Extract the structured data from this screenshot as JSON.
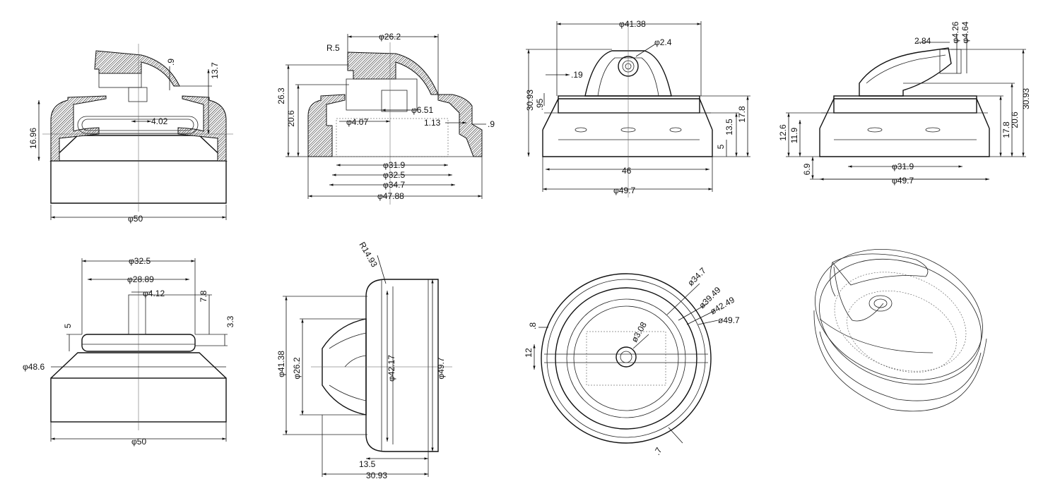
{
  "views": {
    "section_a": {
      "dims": {
        "dia_base": "φ50",
        "h_body": "16.96",
        "h_total": "13.7",
        "bore": "4.02",
        "wall": ".9"
      }
    },
    "section_b": {
      "dims": {
        "radius": "R.5",
        "dia_top": "φ26.2",
        "h_total": "26.3",
        "h_mid": "20.6",
        "bore_a": "φ4.07",
        "bore_b": "φ6.51",
        "gap": "1.13",
        "wall": ".9",
        "d1": "φ31.9",
        "d2": "φ32.5",
        "d3": "φ34.7",
        "d4": "φ47.88"
      }
    },
    "front": {
      "dims": {
        "dia_top": "φ41.38",
        "orifice": "φ2.4",
        "tip": ".19",
        "h_total": "30.93",
        "lip": ".95",
        "h_skirt": "13.5",
        "h_mid": "17.8",
        "step": "5",
        "width_inner": "46",
        "dia_base": "φ49.7"
      }
    },
    "side": {
      "dims": {
        "offset": "2.84",
        "dia_a": "φ4.26",
        "dia_b": "φ4.64",
        "h1": "12.6",
        "h2": "11.9",
        "h3": "6.9",
        "r1": "17.8",
        "r2": "20.6",
        "r3": "30.93",
        "d1": "φ31.9",
        "d2": "φ49.7"
      }
    },
    "base": {
      "dims": {
        "d1": "φ32.5",
        "d2": "φ28.89",
        "pin": "φ4.12",
        "pin_h": "7.8",
        "band": "3.3",
        "step": "5",
        "d_flange": "φ48.6",
        "d_base": "φ50"
      }
    },
    "profile": {
      "dims": {
        "radius": "R14.93",
        "h1": "φ41.38",
        "h2": "φ26.2",
        "h3": "φ42.17",
        "h4": "φ49.7",
        "w1": "13.5",
        "w2": "30.93"
      }
    },
    "top": {
      "dims": {
        "d1": "ø34.7",
        "d2": "ø39.49",
        "d3": "ø42.49",
        "d4": "ø49.7",
        "hole": "ø3.08",
        "gap": ".8",
        "width": "12",
        "tab": ".7"
      }
    }
  }
}
